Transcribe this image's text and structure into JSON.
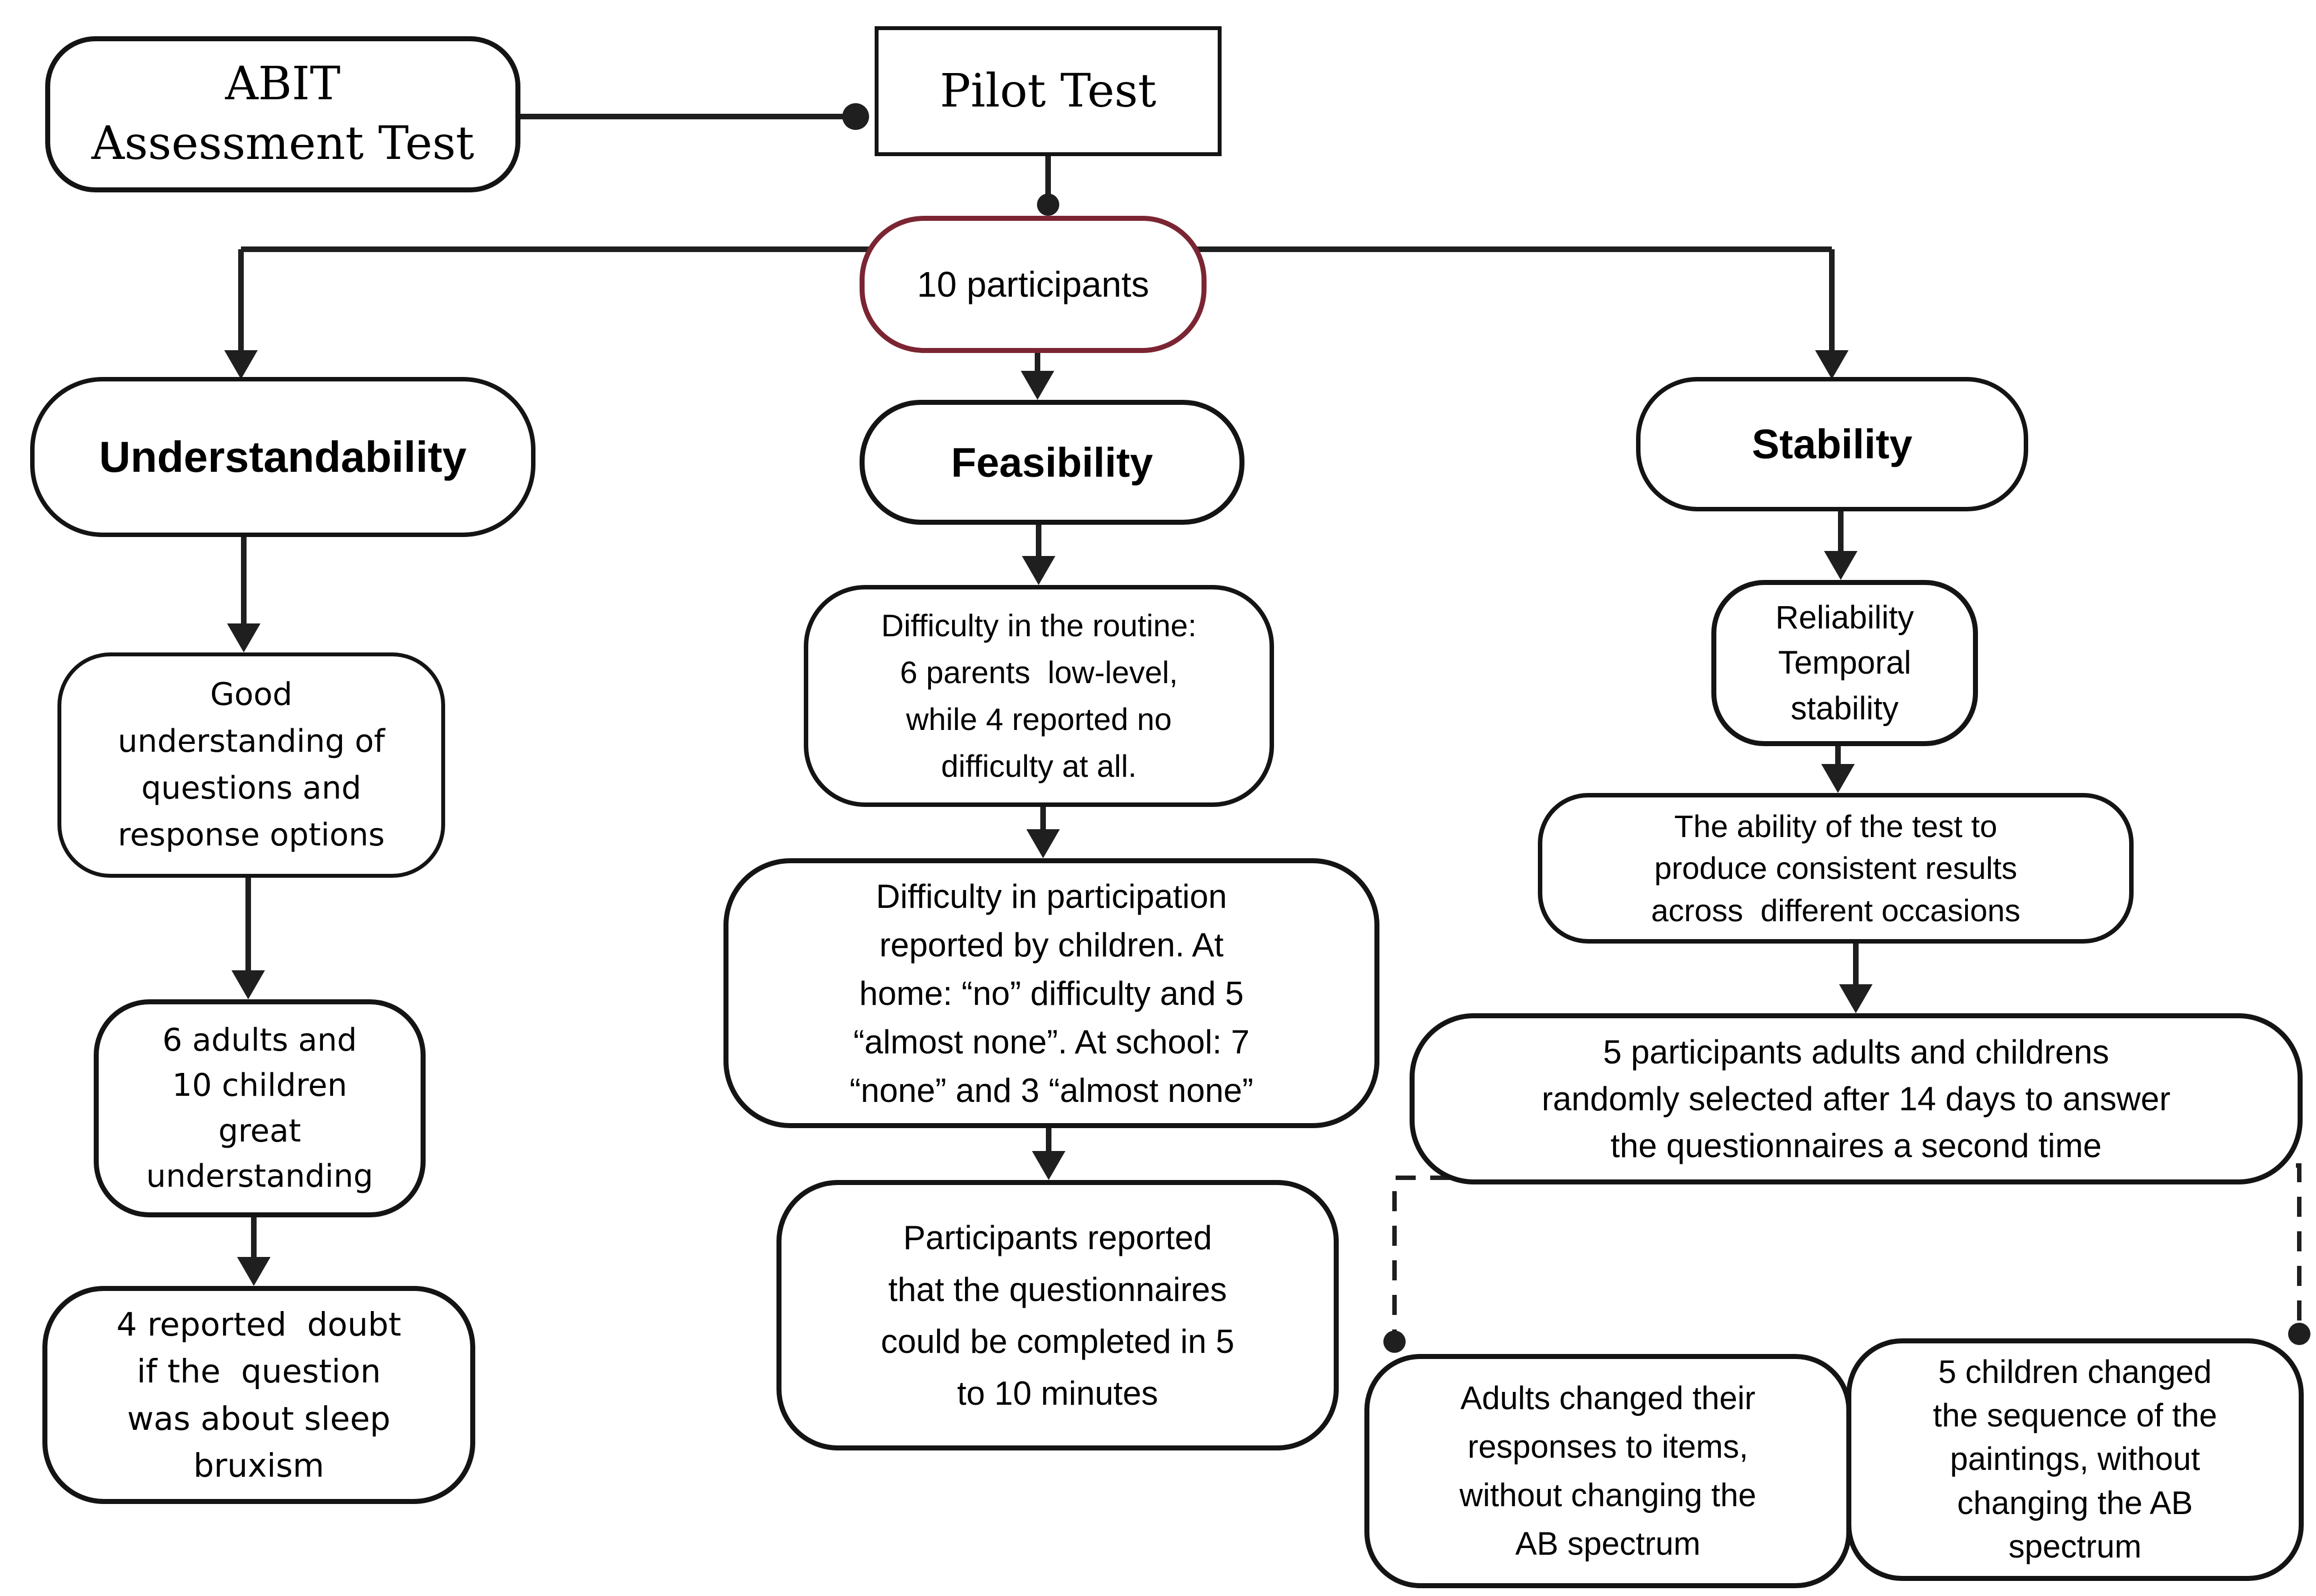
{
  "nodes": {
    "abit": {
      "label": "ABIT\nAssessment Test"
    },
    "pilot": {
      "label": "Pilot Test"
    },
    "participants": {
      "label": "10 participants"
    },
    "understandability": {
      "label": "Understandability"
    },
    "feasibility": {
      "label": "Feasibility"
    },
    "stability": {
      "label": "Stability"
    },
    "good": {
      "label": "Good\nunderstanding of\nquestions and\nresponse options"
    },
    "adults6": {
      "label": "6 adults and\n10 children\ngreat\nunderstanding"
    },
    "doubt": {
      "label": "4 reported  doubt\nif the  question\nwas about sleep\nbruxism"
    },
    "routine": {
      "label": "Difficulty in the routine:\n6 parents  low-level,\nwhile 4 reported no\ndifficulty at all."
    },
    "participation": {
      "label": "Difficulty in participation\nreported by children. At\nhome: “no” difficulty and 5\n“almost none”. At school: 7\n“none” and 3 “almost none”"
    },
    "questionnaires": {
      "label": "Participants reported\nthat the questionnaires\ncould be completed in 5\nto 10 minutes"
    },
    "reliability": {
      "label": "Reliability\nTemporal\nstability"
    },
    "ability": {
      "label": "The ability of the test to\nproduce consistent results\nacross  different occasions"
    },
    "retest": {
      "label": "5 participants adults and childrens\nrandomly selected after 14 days to answer\nthe questionnaires a second time"
    },
    "adultsChanged": {
      "label": "Adults changed their\nresponses to items,\nwithout changing the\nAB spectrum"
    },
    "childrenChanged": {
      "label": "5 children changed\nthe sequence of the\npaintings, without\nchanging the AB\nspectrum"
    }
  },
  "colors": {
    "accent_border": "#7b2532",
    "box_border": "#141414",
    "line": "#1f1f1f",
    "background": "#ffffff",
    "text": "#000000"
  }
}
